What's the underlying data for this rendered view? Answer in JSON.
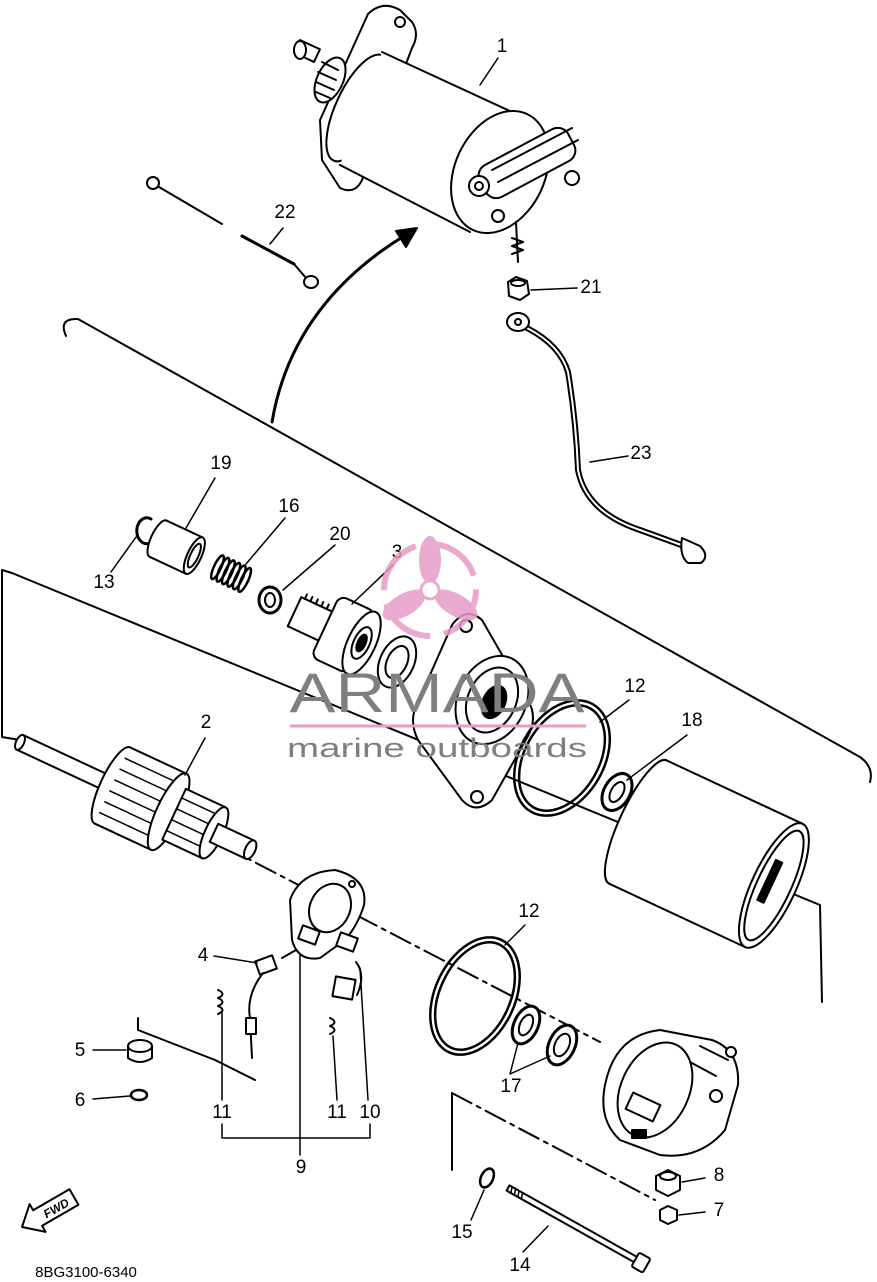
{
  "diagram": {
    "callouts": [
      "1",
      "22",
      "21",
      "23",
      "19",
      "16",
      "20",
      "3",
      "13",
      "12",
      "18",
      "2",
      "12",
      "4",
      "5",
      "6",
      "17",
      "11",
      "11",
      "10",
      "9",
      "8",
      "7",
      "15",
      "14"
    ],
    "direction_marker": "FWD",
    "part_code": "8BG3100-6340"
  },
  "watermark": {
    "brand": "ARMADA",
    "tagline": "marine outboards"
  },
  "colors": {
    "line": "#000000",
    "background": "#ffffff",
    "watermark_text": "#7f7f7f",
    "logo": "#e79cc7"
  }
}
